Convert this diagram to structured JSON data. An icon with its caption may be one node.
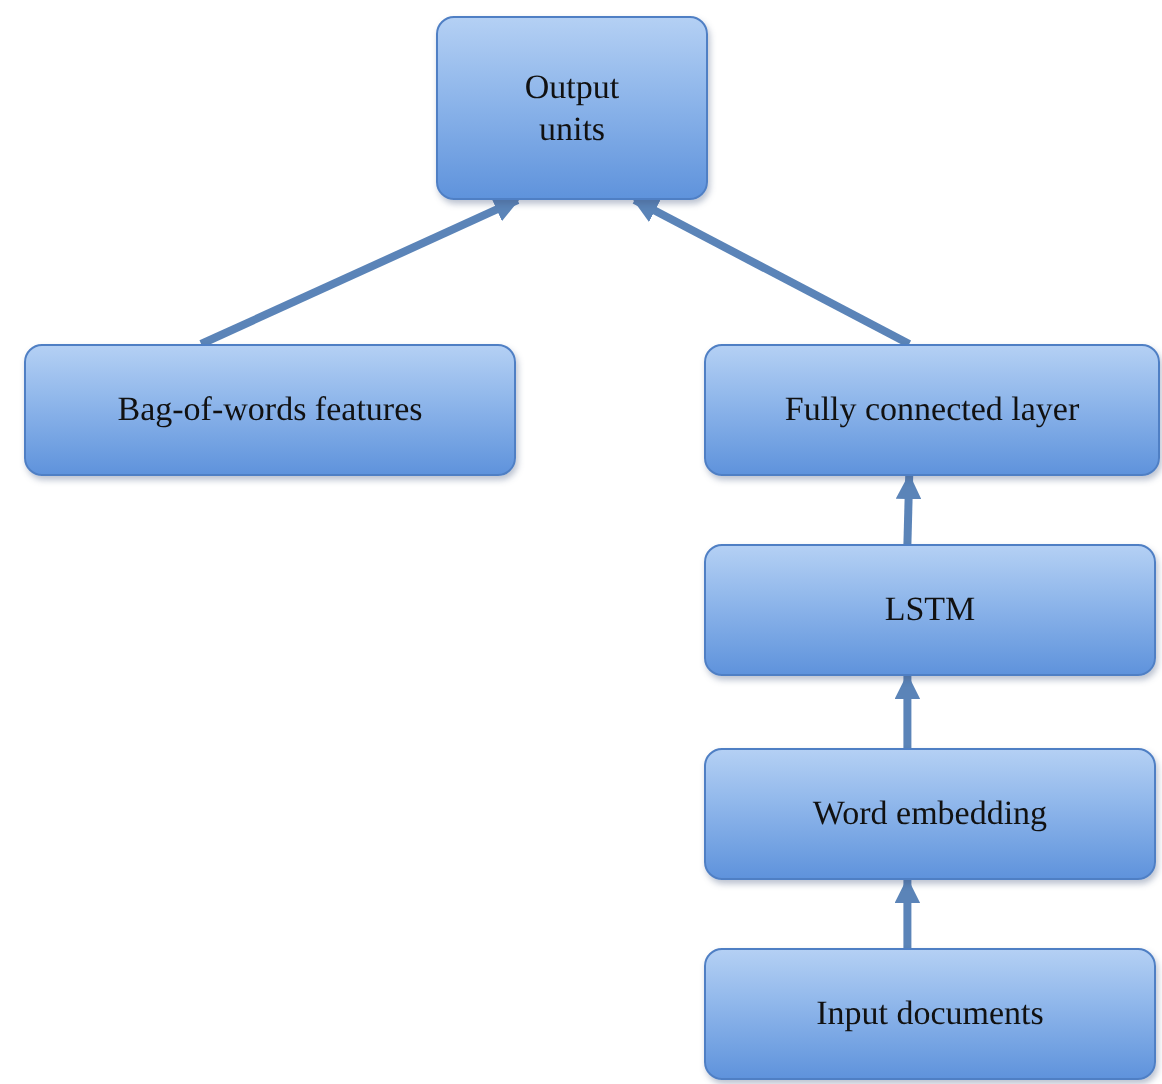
{
  "diagram": {
    "nodes": [
      {
        "text": [
          "Output units"
        ]
      },
      {
        "text": [
          "Bag-of-words features"
        ]
      },
      {
        "text": [
          "Fully connected layer"
        ]
      },
      {
        "text": [
          "LSTM"
        ]
      },
      {
        "text": [
          "Word embedding"
        ]
      },
      {
        "text": [
          "Input documents"
        ]
      }
    ],
    "edges": [
      {
        "from": 1,
        "to": 0,
        "arrow": "to"
      },
      {
        "from": 2,
        "to": 0,
        "arrow": "to"
      },
      {
        "from": 3,
        "to": 2,
        "arrow": "to"
      },
      {
        "from": 4,
        "to": 3,
        "arrow": "to"
      },
      {
        "from": 5,
        "to": 4,
        "arrow": "to"
      }
    ]
  }
}
